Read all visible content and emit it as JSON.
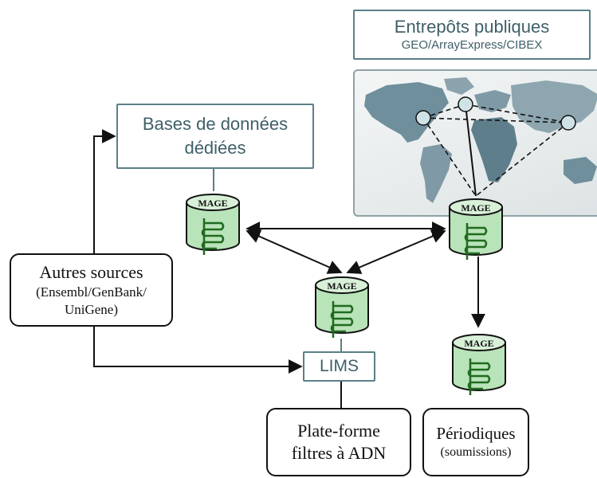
{
  "repositories": {
    "title": "Entrepôts publiques",
    "subtitle": "GEO/ArrayExpress/CIBEX"
  },
  "dedicated_db": {
    "line1": "Bases de données",
    "line2": "dédiées"
  },
  "lims": {
    "label": "LIMS"
  },
  "other_sources": {
    "title": "Autres sources",
    "sub_line1": "(Ensembl/GenBank/",
    "sub_line2": "UniGene)"
  },
  "platform": {
    "line1": "Plate-forme",
    "line2": "filtres à ADN"
  },
  "periodicals": {
    "title": "Périodiques",
    "sub": "(soumissions)"
  },
  "mage_label": "MAGE",
  "colors": {
    "teal_border": "#5b7f88",
    "teal_text": "#3f5f68",
    "cylinder_green": "#b9e3b9",
    "coil_green": "#1f6b1f",
    "map_land": "#6f8f9c"
  }
}
